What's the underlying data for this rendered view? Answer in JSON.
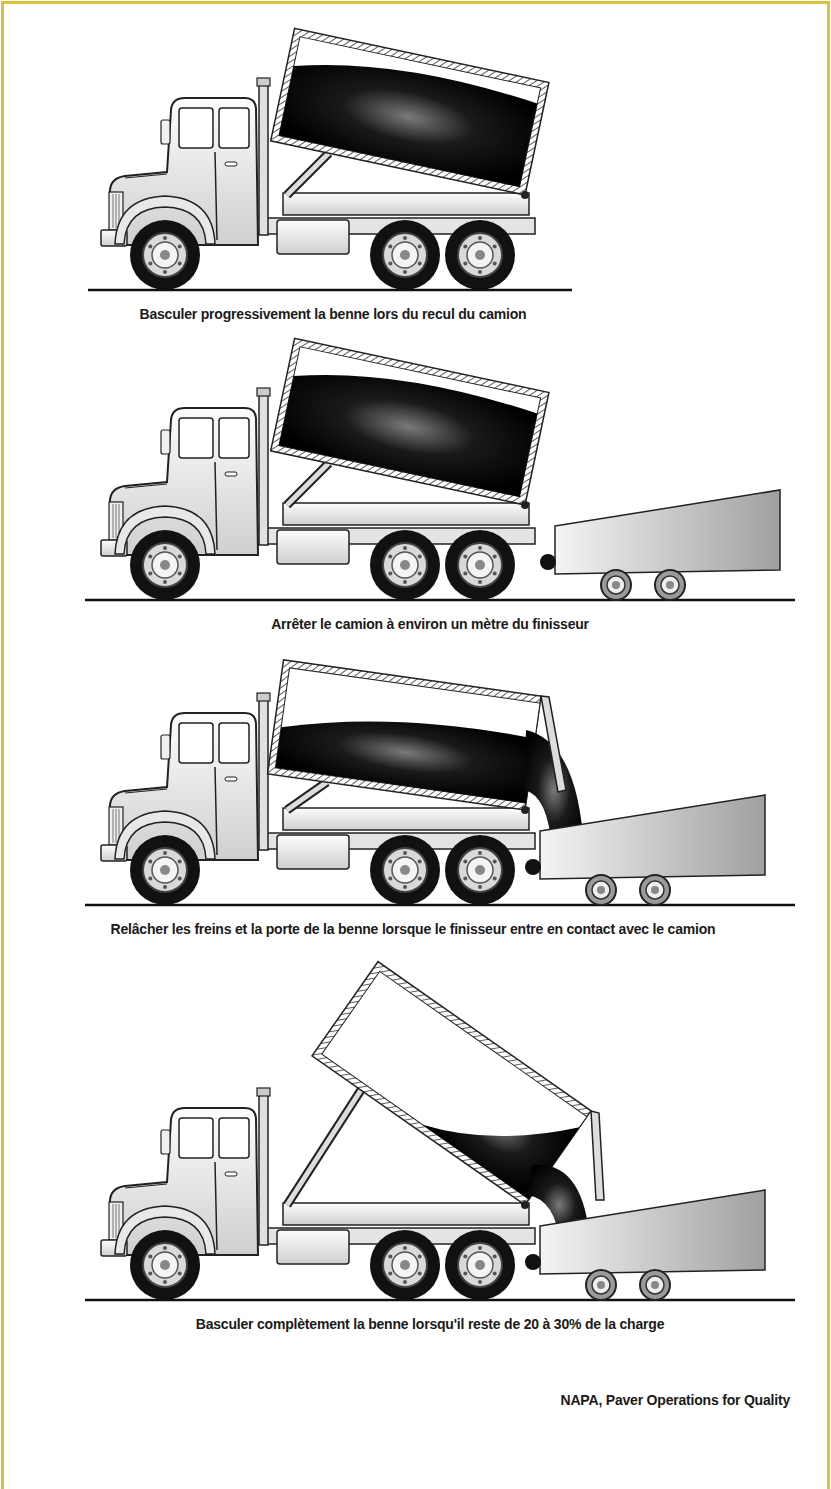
{
  "diagram": {
    "labels": [
      "Basculer progressivement la benne lors du recul du camion",
      "Arrêter le camion à environ un mètre du finisseur",
      "Relâcher les freins et la porte de la benne lorsque le finisseur entre en contact avec le camion",
      "Basculer complètement la benne lorsqu'il reste de 20 à 30% de la charge",
      "NAPA, Paver Operations for Quality"
    ]
  }
}
